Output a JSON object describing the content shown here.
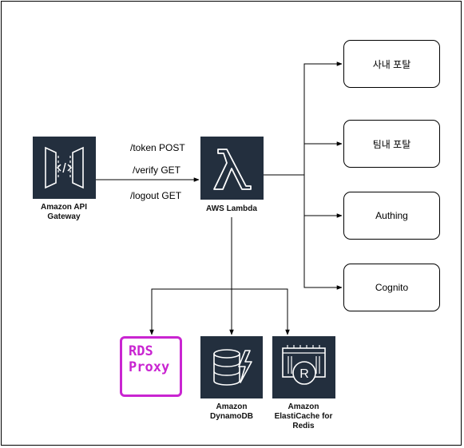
{
  "nodes": {
    "api_gateway": {
      "label": "Amazon API\nGateway"
    },
    "lambda": {
      "label": "AWS Lambda"
    },
    "dynamodb": {
      "label": "Amazon\nDynamoDB"
    },
    "elasticache": {
      "label": "Amazon\nElastiCache for\nRedis"
    },
    "rds_proxy": {
      "line1": "RDS",
      "line2": "Proxy"
    }
  },
  "routes": [
    "/token POST",
    "/verify GET",
    "/logout GET"
  ],
  "targets": [
    "사내 포탈",
    "팀내 포탈",
    "Authing",
    "Cognito"
  ],
  "colors": {
    "aws_dark": "#232f3e",
    "rds_proxy_accent": "#c925d1",
    "line": "#000000"
  },
  "icons": {
    "api_gateway": "api-gateway-icon",
    "lambda": "lambda-icon",
    "dynamodb": "dynamodb-icon",
    "elasticache": "elasticache-redis-icon"
  }
}
